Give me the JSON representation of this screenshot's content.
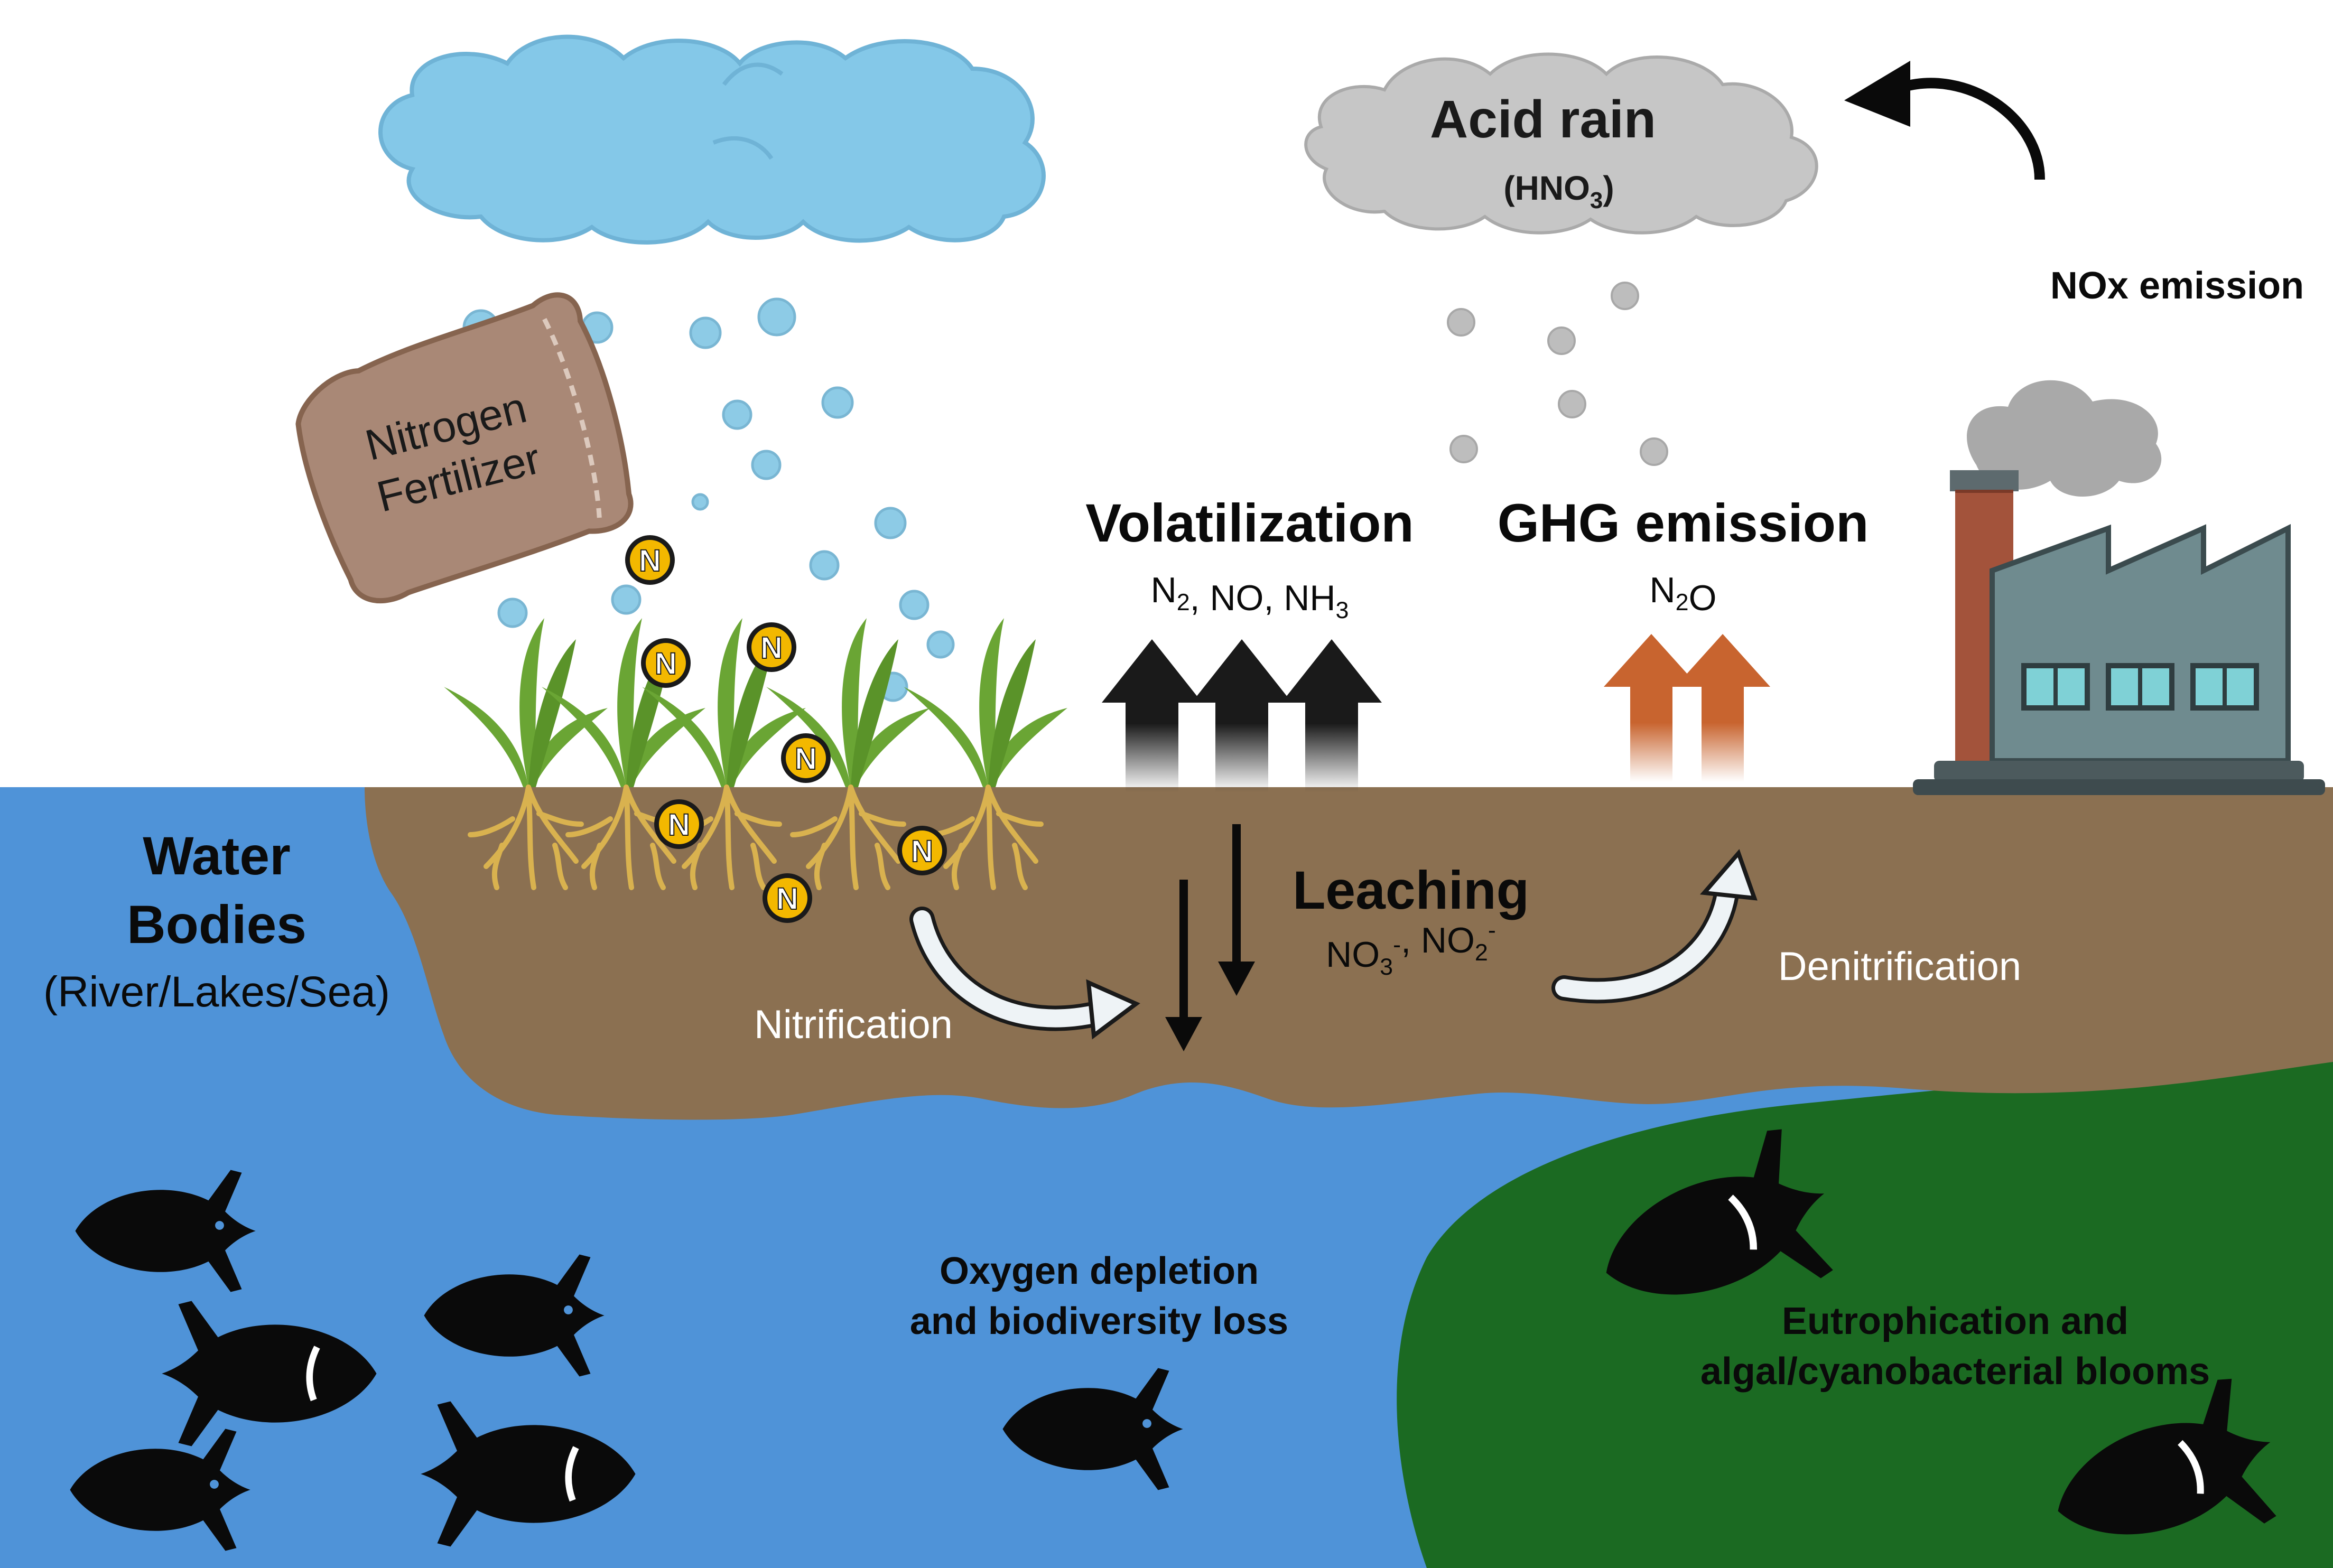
{
  "labels": {
    "acid_rain_title": "Acid rain",
    "acid_rain_formula_main": "(HNO",
    "acid_rain_formula_sub": "3",
    "acid_rain_formula_close": ")",
    "nox_emission": "NOx emission",
    "fertilizer_line1": "Nitrogen",
    "fertilizer_line2": "Fertilizer",
    "volatilization_title": "Volatilization",
    "volatilization_gases": [
      {
        "t": "N",
        "sub": "2"
      },
      {
        "t": ", NO, NH",
        "sub": "3"
      }
    ],
    "ghg_title": "GHG emission",
    "ghg_gas": [
      {
        "t": "N",
        "sub": "2"
      },
      {
        "t": "O",
        "sub": ""
      }
    ],
    "leaching_title": "Leaching",
    "leaching_ions": [
      {
        "t": "NO",
        "sub": "3",
        "sup": "-"
      },
      {
        "t": ", NO",
        "sub": "2",
        "sup": "-"
      }
    ],
    "nitrification": "Nitrification",
    "denitrification": "Denitrification",
    "water_title_line1": "Water",
    "water_title_line2": "Bodies",
    "water_subtitle": "(River/Lakes/Sea)",
    "oxygen_line1": "Oxygen depletion",
    "oxygen_line2": "and biodiversity loss",
    "eutro_line1": "Eutrophication and",
    "eutro_line2": "algal/cyanobacterial blooms",
    "nitrogen_symbol": "N"
  },
  "colors": {
    "sky": "#ffffff",
    "rain_cloud": "#84c8e8",
    "rain_drop": "#8dcbe6",
    "acid_cloud": "#c6c6c6",
    "acid_drop": "#bdbdbd",
    "soil": "#8b7051",
    "water": "#4f93d8",
    "algae": "#1b6a22",
    "plant": "#6aa534",
    "root": "#d9b24f",
    "nitrogen_token": "#f3b800",
    "fertilizer_bag": "#a98876",
    "volatilization_arrow": "#1a1a1a",
    "ghg_arrow": "#c8642f",
    "factory_chimney": "#a3533b",
    "factory_body": "#6f8b8f",
    "fish": "#0a0a0a"
  },
  "icons": {
    "fertilizer": "fertilizer-bag-icon",
    "factory": "factory-icon",
    "fish": "fish-icon",
    "plant": "plant-icon",
    "nitrogen": "nitrogen-token-icon",
    "cloud": "cloud-icon"
  }
}
